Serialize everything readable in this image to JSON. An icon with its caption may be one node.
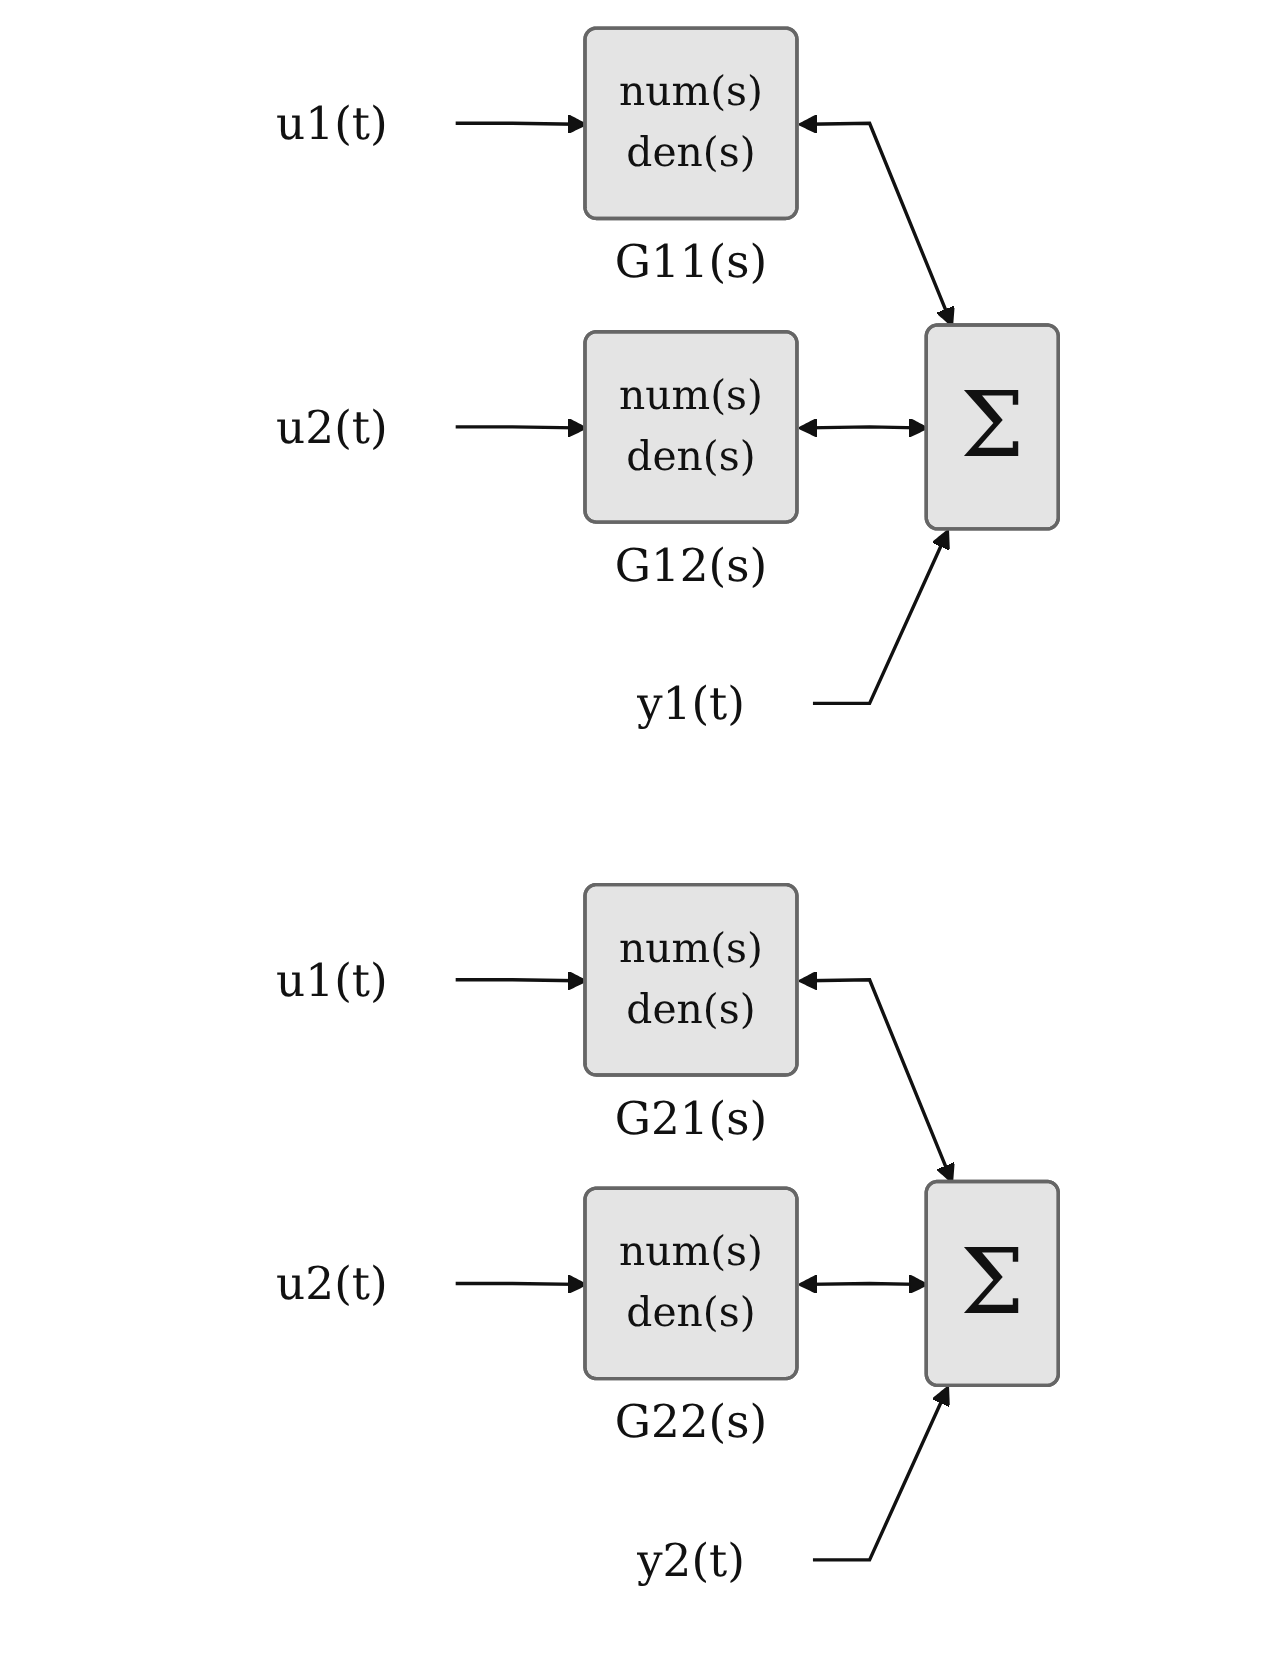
{
  "diagram": {
    "nodes": [
      {
        "text": [
          "u1(t)"
        ]
      },
      {
        "text": [
          "num(s)",
          "den(s)"
        ],
        "beside": [
          "G11(s)"
        ]
      },
      {
        "text": [
          "u2(t)"
        ]
      },
      {
        "text": [
          "num(s)",
          "den(s)"
        ],
        "beside": [
          "G12(s)"
        ]
      },
      {
        "text": [
          "Σ"
        ]
      },
      {
        "text": [
          "y1(t)"
        ]
      },
      {
        "text": [
          "u1(t)"
        ]
      },
      {
        "text": [
          "num(s)",
          "den(s)"
        ],
        "beside": [
          "G21(s)"
        ]
      },
      {
        "text": [
          "Σ"
        ]
      },
      {
        "text": [
          "y2(t)"
        ]
      },
      {
        "text": [
          "u2(t)"
        ]
      },
      {
        "text": [
          "num(s)",
          "den(s)"
        ],
        "beside": [
          "G22(s)"
        ]
      }
    ],
    "edges": [
      {
        "from": 0,
        "to": 1,
        "arrow": "to"
      },
      {
        "from": 2,
        "to": 3,
        "arrow": "to"
      },
      {
        "from": 1,
        "to": 4,
        "arrow": "both"
      },
      {
        "from": 3,
        "to": 4,
        "arrow": "both"
      },
      {
        "from": 5,
        "to": 4,
        "arrow": "to"
      },
      {
        "from": 6,
        "to": 7,
        "arrow": "to"
      },
      {
        "from": 7,
        "to": 8,
        "arrow": "both"
      },
      {
        "from": 11,
        "to": 8,
        "arrow": "both"
      },
      {
        "from": 9,
        "to": 8,
        "arrow": "to"
      },
      {
        "from": 10,
        "to": 11,
        "arrow": "to"
      }
    ]
  }
}
